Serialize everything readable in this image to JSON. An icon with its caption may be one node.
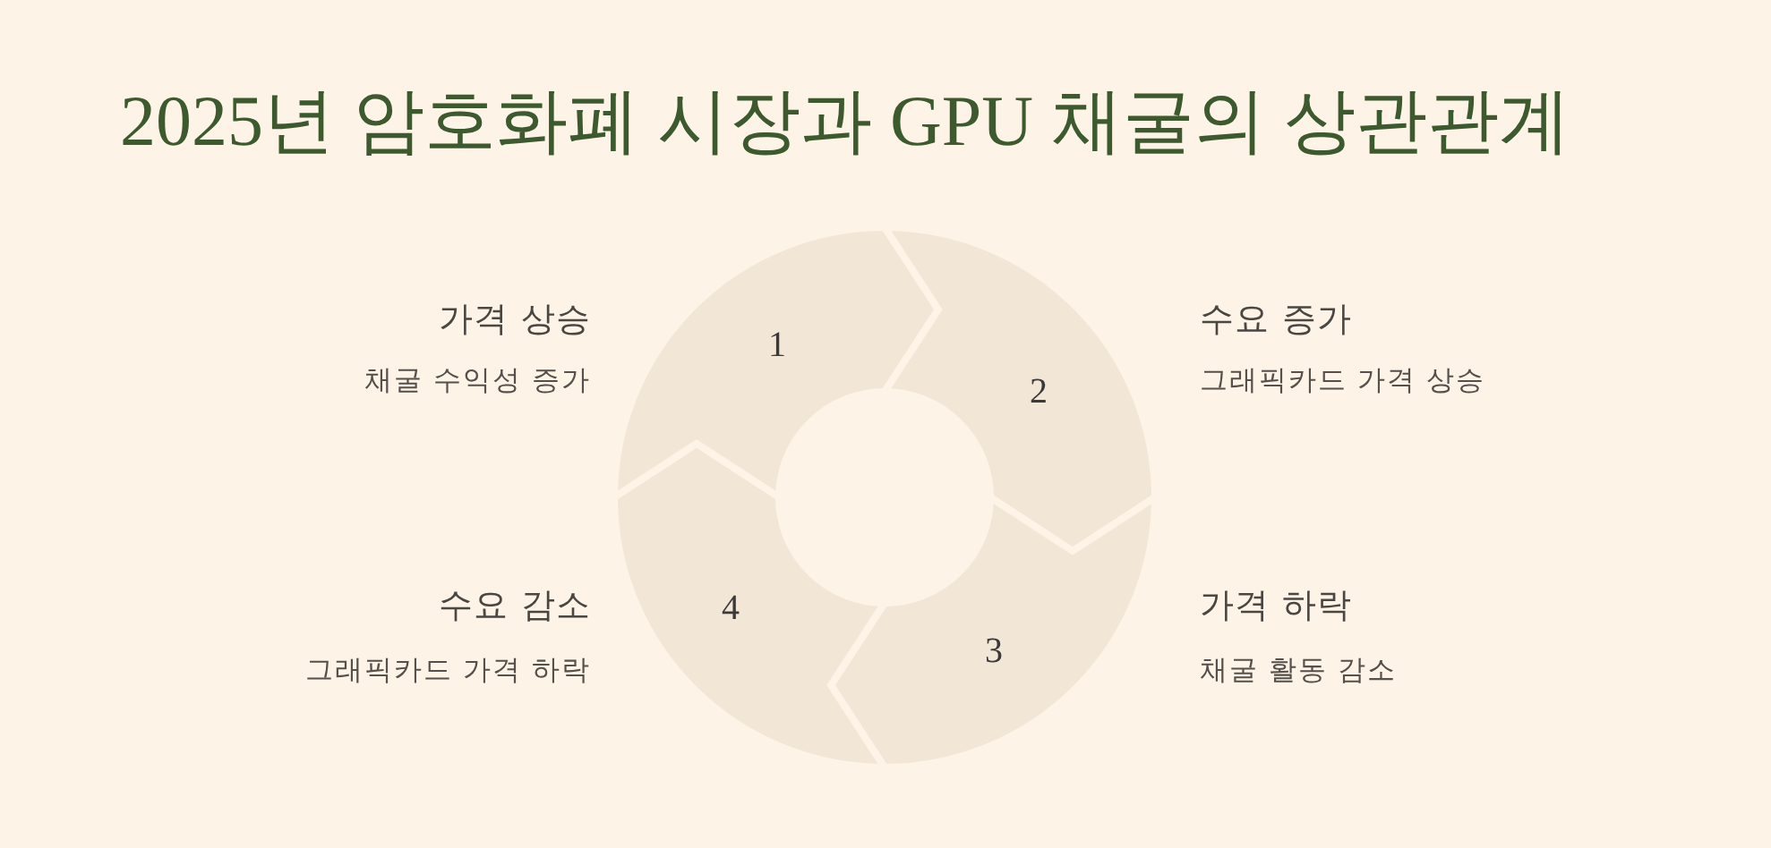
{
  "diagram": {
    "title": "2025년 암호화폐 시장과 GPU 채굴의 상관관계",
    "nodes": [
      {
        "text": [
          "1"
        ],
        "beside": [
          "가격 상승",
          "채굴 수익성 증가"
        ]
      },
      {
        "text": [
          "2"
        ],
        "beside": [
          "수요 증가",
          "그래픽카드 가격 상승"
        ]
      },
      {
        "text": [
          "3"
        ],
        "beside": [
          "가격 하락",
          "채굴 활동 감소"
        ]
      },
      {
        "text": [
          "4"
        ],
        "beside": [
          "수요 감소",
          "그래픽카드 가격 하락"
        ]
      }
    ]
  }
}
